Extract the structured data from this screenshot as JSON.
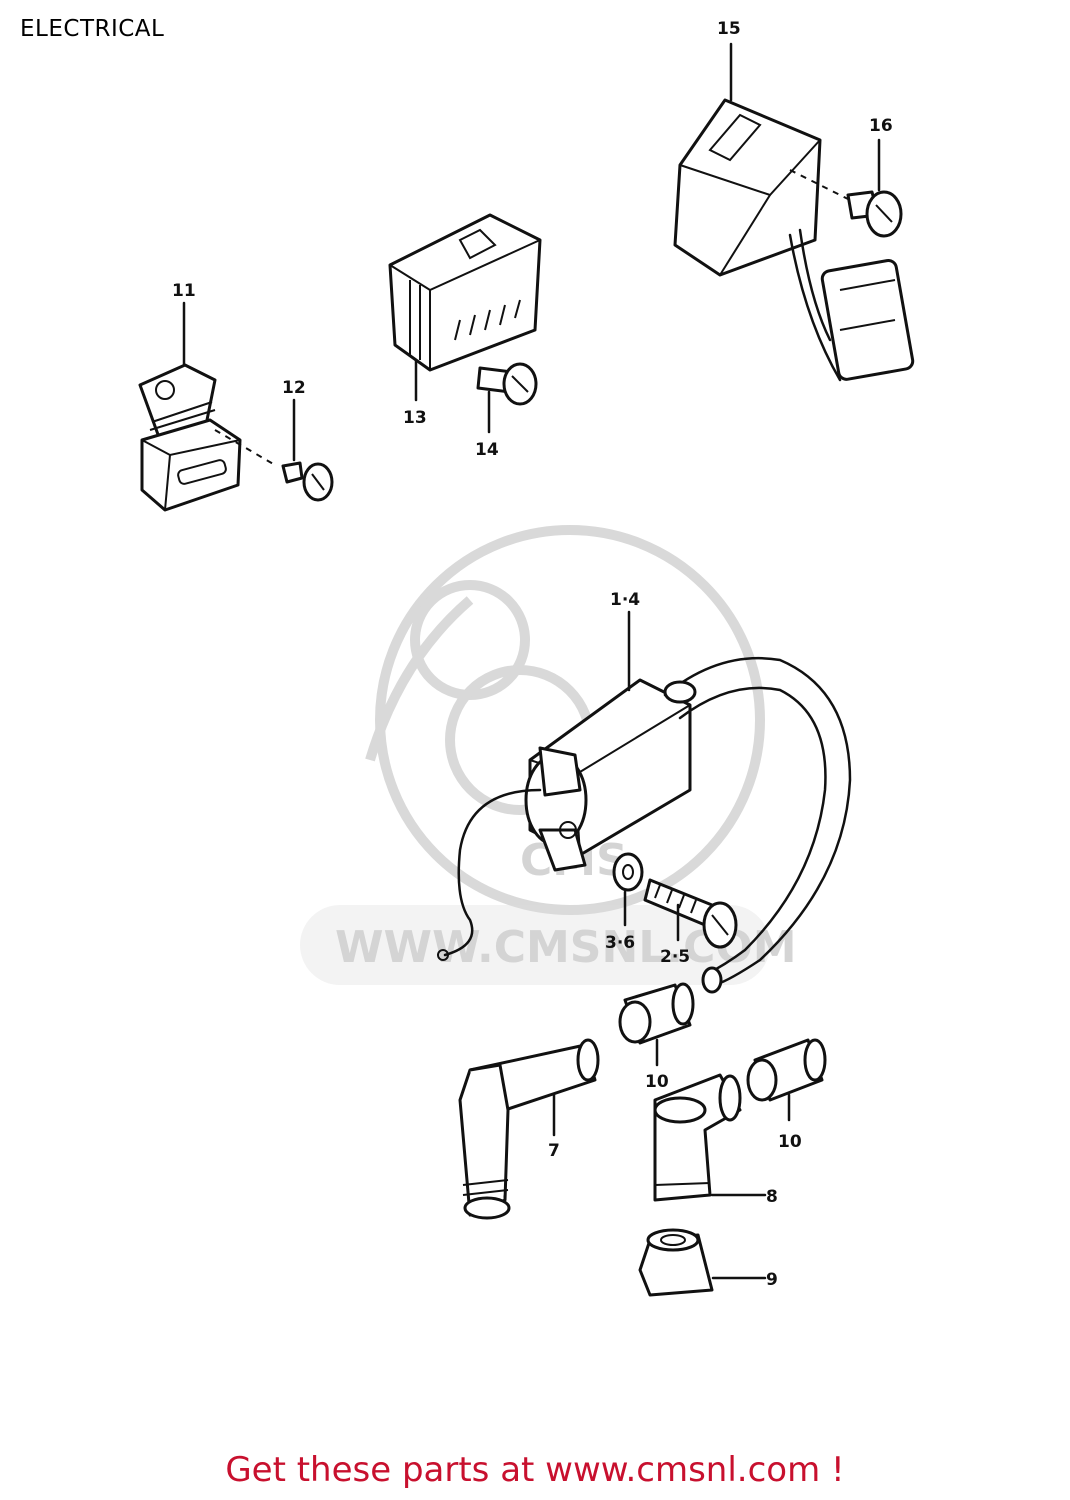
{
  "header": {
    "title": "ELECTRICAL"
  },
  "footer": {
    "link_text": "Get these parts at www.cmsnl.com !",
    "link_color": "#c8102e"
  },
  "watermark": {
    "text": "WWW.CMSNL.COM",
    "logo_text": "CMS"
  },
  "callouts": {
    "c1": "1·4",
    "c2": "2·5",
    "c3": "3·6",
    "c7": "7",
    "c8": "8",
    "c9": "9",
    "c10a": "10",
    "c10b": "10",
    "c11": "11",
    "c12": "12",
    "c13": "13",
    "c14": "14",
    "c15": "15",
    "c16": "16"
  }
}
